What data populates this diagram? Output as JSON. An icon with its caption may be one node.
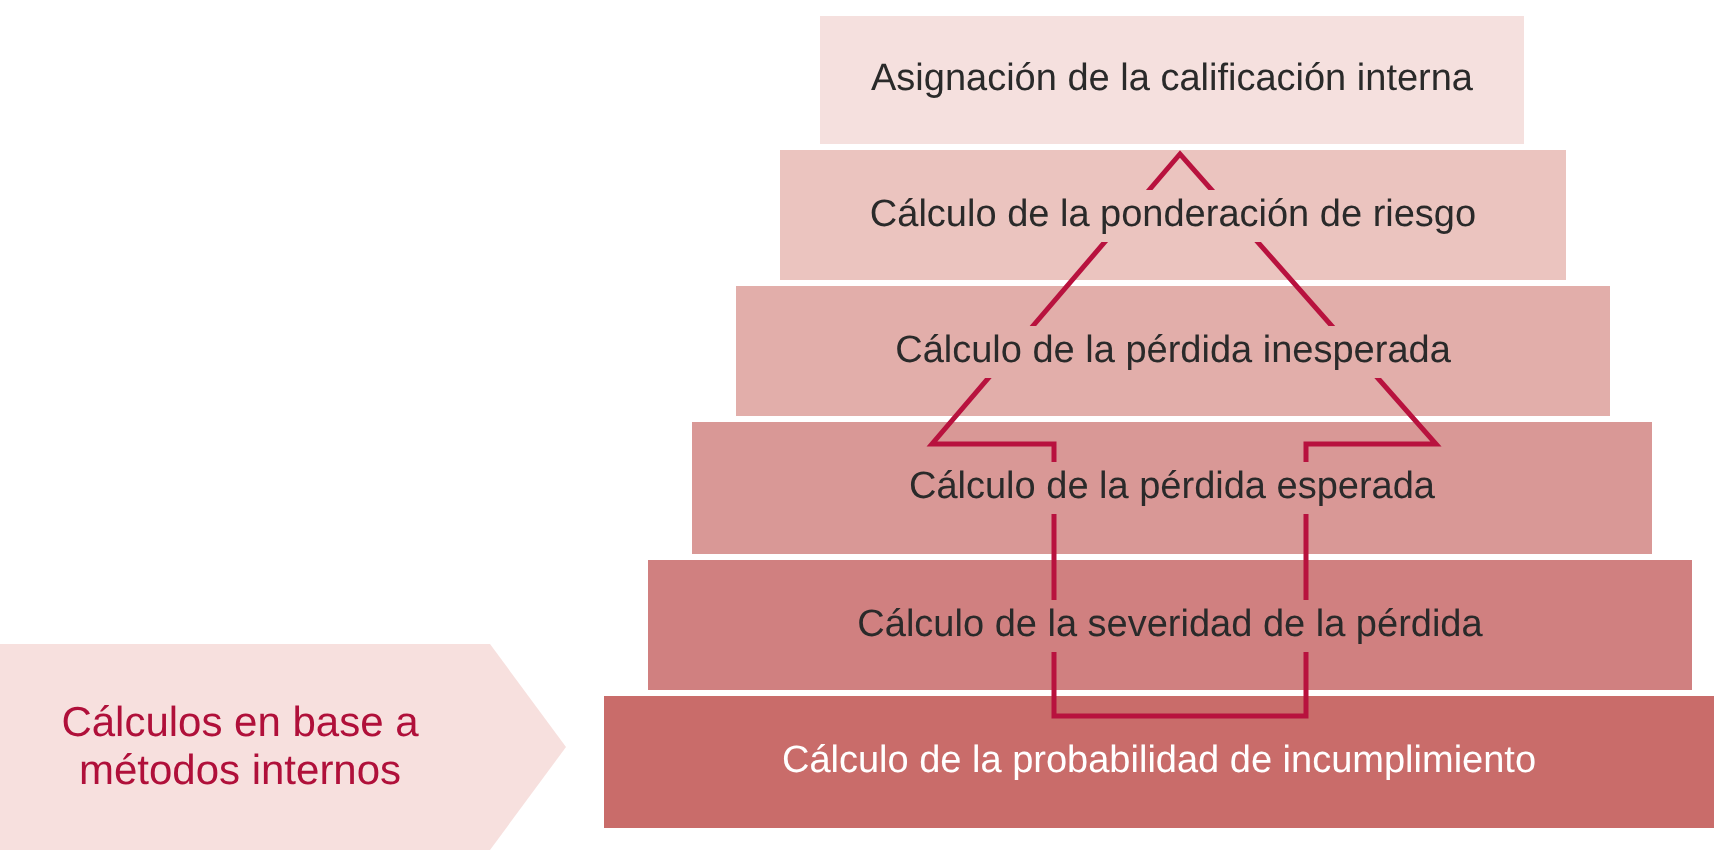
{
  "diagram": {
    "nodes": [
      {
        "text": [
          "Asignación de la calificación interna"
        ]
      },
      {
        "text": [
          "Cálculo de la ponderación de riesgo"
        ]
      },
      {
        "text": [
          "Cálculo de la pérdida inesperada"
        ]
      },
      {
        "text": [
          "Cálculo de la pérdida esperada"
        ]
      },
      {
        "text": [
          "Cálculo de la severidad de la pérdida"
        ]
      },
      {
        "text": [
          "Cálculo de la probabilidad de incumplimiento"
        ]
      },
      {
        "text": [
          "Cálculos en base a métodos internos"
        ]
      }
    ],
    "edges": [
      {
        "from": 5,
        "to": 1,
        "arrow": "to"
      }
    ]
  }
}
